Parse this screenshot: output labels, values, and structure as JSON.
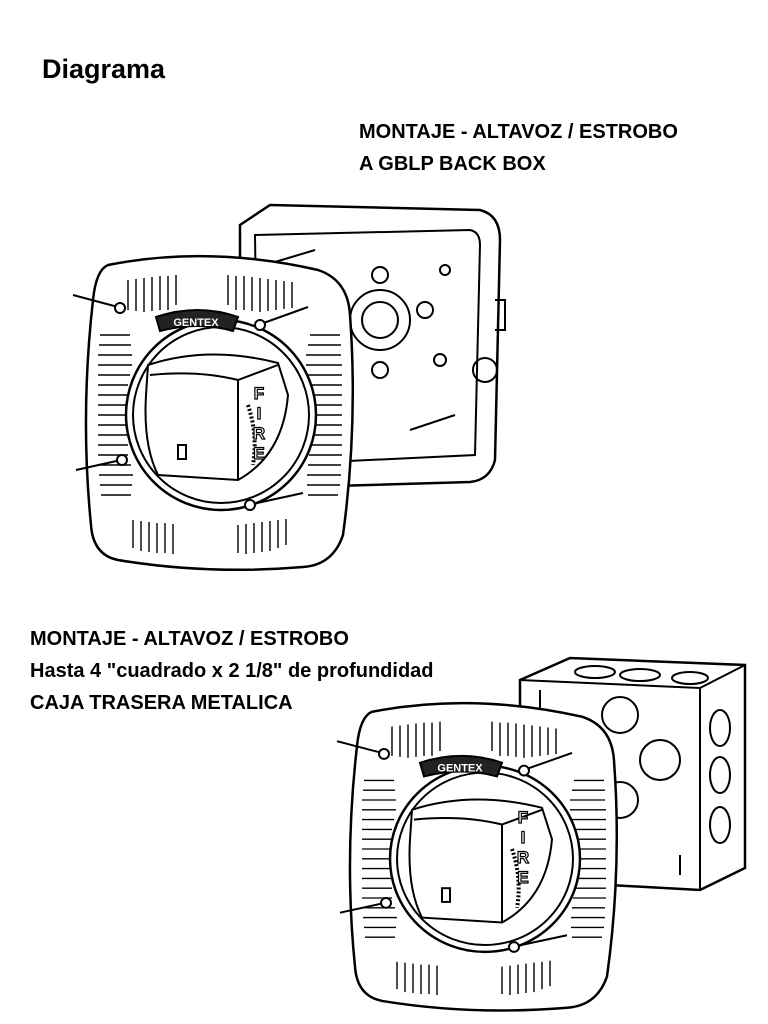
{
  "page": {
    "title": "Diagrama"
  },
  "figures": [
    {
      "caption_lines": [
        "MONTAJE - ALTAVOZ / ESTROBO",
        "A GBLP BACK BOX"
      ],
      "device_logo": "GENTEX",
      "device_label": "FIRE"
    },
    {
      "caption_lines": [
        "MONTAJE - ALTAVOZ / ESTROBO",
        "Hasta 4 \"cuadrado x 2 1/8\" de profundidad",
        "CAJA TRASERA METALICA"
      ],
      "device_logo": "GENTEX",
      "device_label": "FIRE"
    }
  ]
}
